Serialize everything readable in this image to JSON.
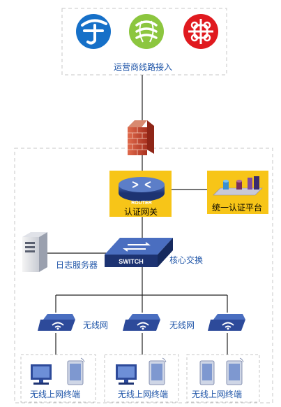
{
  "isp_section": {
    "label": "运营商线路接入",
    "carriers": [
      {
        "name": "china-telecom",
        "color": "#1670c8",
        "icon": "telecom-logo"
      },
      {
        "name": "china-mobile",
        "color": "#8cc63f",
        "icon": "mobile-logo"
      },
      {
        "name": "china-unicom",
        "color": "#e01a1f",
        "icon": "unicom-logo"
      }
    ]
  },
  "router": {
    "label": "认证网关",
    "device_text": "ROUTER",
    "box_color": "#f7c518"
  },
  "auth_platform": {
    "label": "统一认证平台",
    "box_color": "#f7c518"
  },
  "core_switch": {
    "label": "核心交换",
    "device_text": "SWITCH"
  },
  "log_server": {
    "label": "日志服务器"
  },
  "wireless_aps": [
    {
      "label": "无线网"
    },
    {
      "label": "无线网"
    },
    {
      "label": ""
    }
  ],
  "terminal_groups": [
    {
      "label": "无线上网终端"
    },
    {
      "label": "无线上网终端"
    },
    {
      "label": "无线上网终端"
    }
  ],
  "colors": {
    "device_blue": "#2d4a9a",
    "device_dark": "#1d3372",
    "label_blue": "#1f55a8",
    "dashed_border": "#c7c7c7",
    "firewall_brick": "#c8412f"
  }
}
